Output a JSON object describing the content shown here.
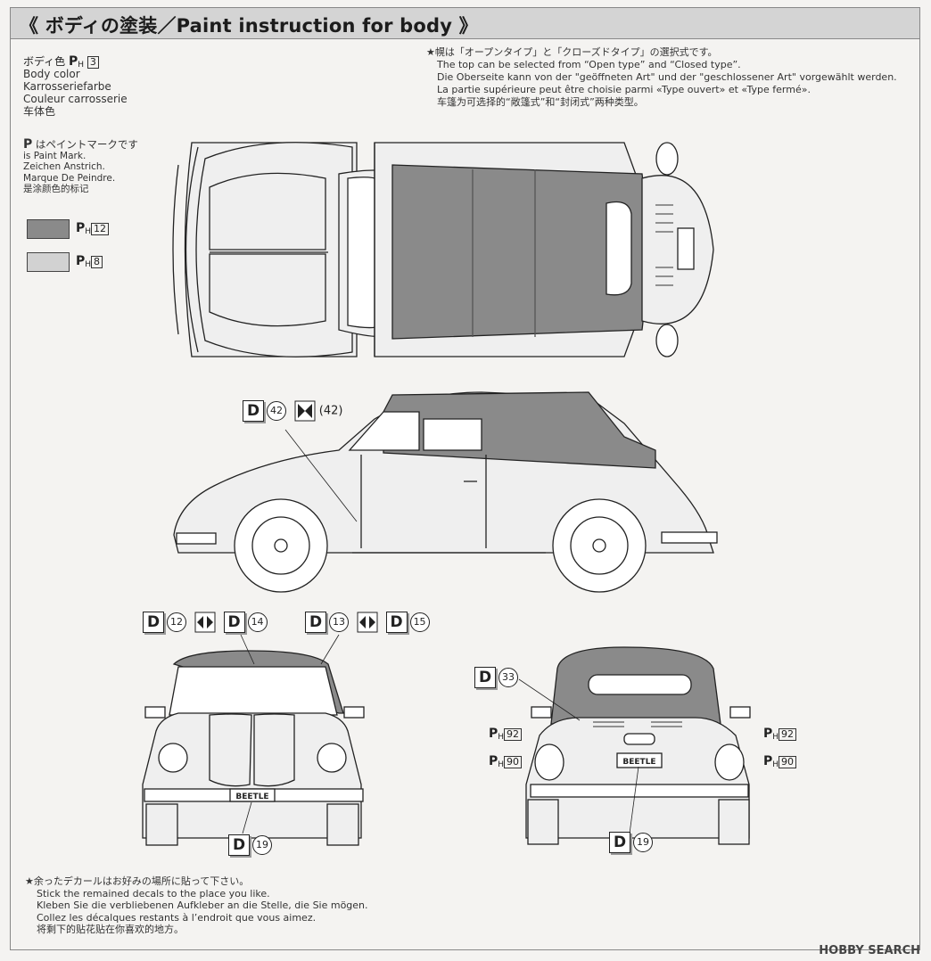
{
  "title": "《 ボディの塗装／Paint instruction for body 》",
  "body_color": {
    "lines": [
      "Body color",
      "Karrosseriefarbe",
      "Couleur carrosserie",
      "车体色"
    ],
    "jp_label": "ボディ色",
    "code": "3"
  },
  "paint_mark": {
    "jp": "はペイントマークです",
    "lines": [
      "is Paint Mark.",
      "Zeichen Anstrich.",
      "Marque De Peindre.",
      "是涂颜色的标记"
    ]
  },
  "swatches": [
    {
      "code": "12",
      "color": "#8a8a8a"
    },
    {
      "code": "8",
      "color": "#d2d2d2"
    }
  ],
  "top_note": {
    "lines": [
      "★幌は「オープンタイプ」と「クローズドタイプ」の選択式です。",
      "The top can be selected from “Open type” and “Closed type”.",
      "Die Oberseite kann von der \"geöffneten Art\" und der \"geschlossener Art\" vorgewählt werden.",
      "La partie supérieure peut être choisie parmi «Type ouvert» et «Type fermé».",
      "车篷为可选择的“敞篷式”和“封闭式”两种类型。"
    ]
  },
  "decal_labels": {
    "side_d": "D",
    "side_num": "42",
    "side_alt_num": "(42)",
    "front_a_d": "D",
    "front_a_num": "12",
    "front_a_d2": "D",
    "front_a_num2": "14",
    "front_b_d": "D",
    "front_b_num": "13",
    "front_b_d2": "D",
    "front_b_num2": "15",
    "front_bottom_d": "D",
    "front_bottom_num": "19",
    "rear_top_d": "D",
    "rear_top_num": "33",
    "rear_bottom_d": "D",
    "rear_bottom_num": "19"
  },
  "rear_codes": {
    "left_upper": "92",
    "left_lower": "90",
    "right_upper": "92",
    "right_lower": "90"
  },
  "plate_text": "BEETLE",
  "bottom_note": {
    "lines": [
      "★余ったデカールはお好みの場所に貼って下さい。",
      "Stick the remained decals to the place you like.",
      "Kleben Sie die verbliebenen Aufkleber an die Stelle, die Sie mögen.",
      "Collez les décalques restants à l’endroit que vous aimez.",
      "将剩下的贴花贴在你喜欢的地方。"
    ]
  },
  "watermark": "HOBBY SEARCH",
  "colors": {
    "dark_gray": "#8a8a8a",
    "light_gray": "#d2d2d2"
  }
}
